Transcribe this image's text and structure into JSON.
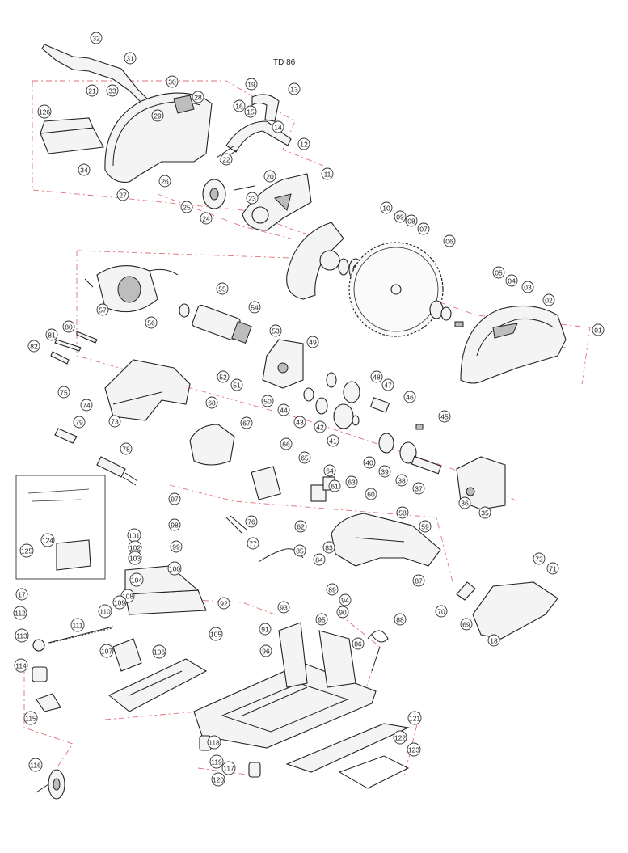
{
  "note": "TD 86",
  "callouts": [
    "01",
    "02",
    "03",
    "04",
    "05",
    "06",
    "07",
    "08",
    "09",
    "10",
    "11",
    "12",
    "13",
    "14",
    "15",
    "16",
    "17",
    "18",
    "19",
    "20",
    "21",
    "22",
    "23",
    "24",
    "25",
    "26",
    "27",
    "28",
    "29",
    "30",
    "31",
    "32",
    "33",
    "34",
    "35",
    "36",
    "37",
    "38",
    "39",
    "40",
    "41",
    "42",
    "43",
    "44",
    "45",
    "46",
    "47",
    "48",
    "49",
    "50",
    "51",
    "52",
    "53",
    "54",
    "55",
    "56",
    "57",
    "58",
    "59",
    "60",
    "61",
    "62",
    "63",
    "64",
    "65",
    "66",
    "67",
    "68",
    "69",
    "70",
    "71",
    "72",
    "73",
    "74",
    "75",
    "76",
    "77",
    "78",
    "79",
    "80",
    "81",
    "82",
    "83",
    "84",
    "85",
    "86",
    "87",
    "88",
    "89",
    "90",
    "91",
    "92",
    "93",
    "94",
    "95",
    "96",
    "97",
    "98",
    "99",
    "100",
    "101",
    "102",
    "103",
    "104",
    "105",
    "106",
    "107",
    "108",
    "109",
    "110",
    "111",
    "112",
    "113",
    "114",
    "115",
    "116",
    "117",
    "118",
    "119",
    "120",
    "121",
    "122",
    "123",
    "124",
    "125",
    "126"
  ]
}
